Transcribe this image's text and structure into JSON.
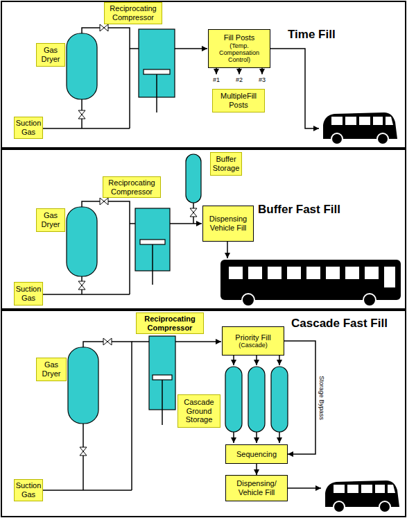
{
  "diagram": {
    "nodes": [
      {
        "text": [
          "Time Fill"
        ]
      },
      {
        "text": [
          "Gas Dryer"
        ],
        "in": 0
      },
      {
        "text": [
          "Suction Gas"
        ],
        "in": 0
      },
      {
        "text": [
          "Reciprocating Compressor"
        ],
        "in": 0
      },
      {
        "text": [
          "Fill Posts",
          "(Temp. Compensation Control)"
        ],
        "in": 0
      },
      {
        "text": [
          "MultipleFill Posts"
        ],
        "in": 0
      },
      {
        "text": [
          "Buffer Fast Fill"
        ]
      },
      {
        "text": [
          "Buffer Storage"
        ],
        "in": 6
      },
      {
        "text": [
          "Reciprocating Compressor"
        ],
        "in": 6
      },
      {
        "text": [
          "Gas Dryer"
        ],
        "in": 6
      },
      {
        "text": [
          "Dispensing Vehicle Fill"
        ],
        "in": 6
      },
      {
        "text": [
          "Suction Gas"
        ],
        "in": 6
      },
      {
        "text": [
          "Cascade Fast Fill"
        ]
      },
      {
        "text": [
          "Reciprocating Compressor"
        ],
        "in": 12
      },
      {
        "text": [
          "Gas Dryer"
        ],
        "in": 12
      },
      {
        "text": [
          "Priority Fill",
          "(Cascade)"
        ],
        "in": 12
      },
      {
        "text": [
          "Cascade Ground Storage"
        ],
        "in": 12
      },
      {
        "text": [
          "Sequencing"
        ],
        "in": 12
      },
      {
        "text": [
          "Suction Gas"
        ],
        "in": 12
      },
      {
        "text": [
          "Dispensing/ Vehicle Fill"
        ],
        "in": 12
      }
    ],
    "edges": [
      {
        "from": 15,
        "to": 17,
        "label": "Storage Bypass",
        "arrow": "to"
      },
      {
        "from": 17,
        "to": 19,
        "arrow": "to"
      }
    ],
    "labels": [
      "#1",
      "#2",
      "#3"
    ]
  }
}
